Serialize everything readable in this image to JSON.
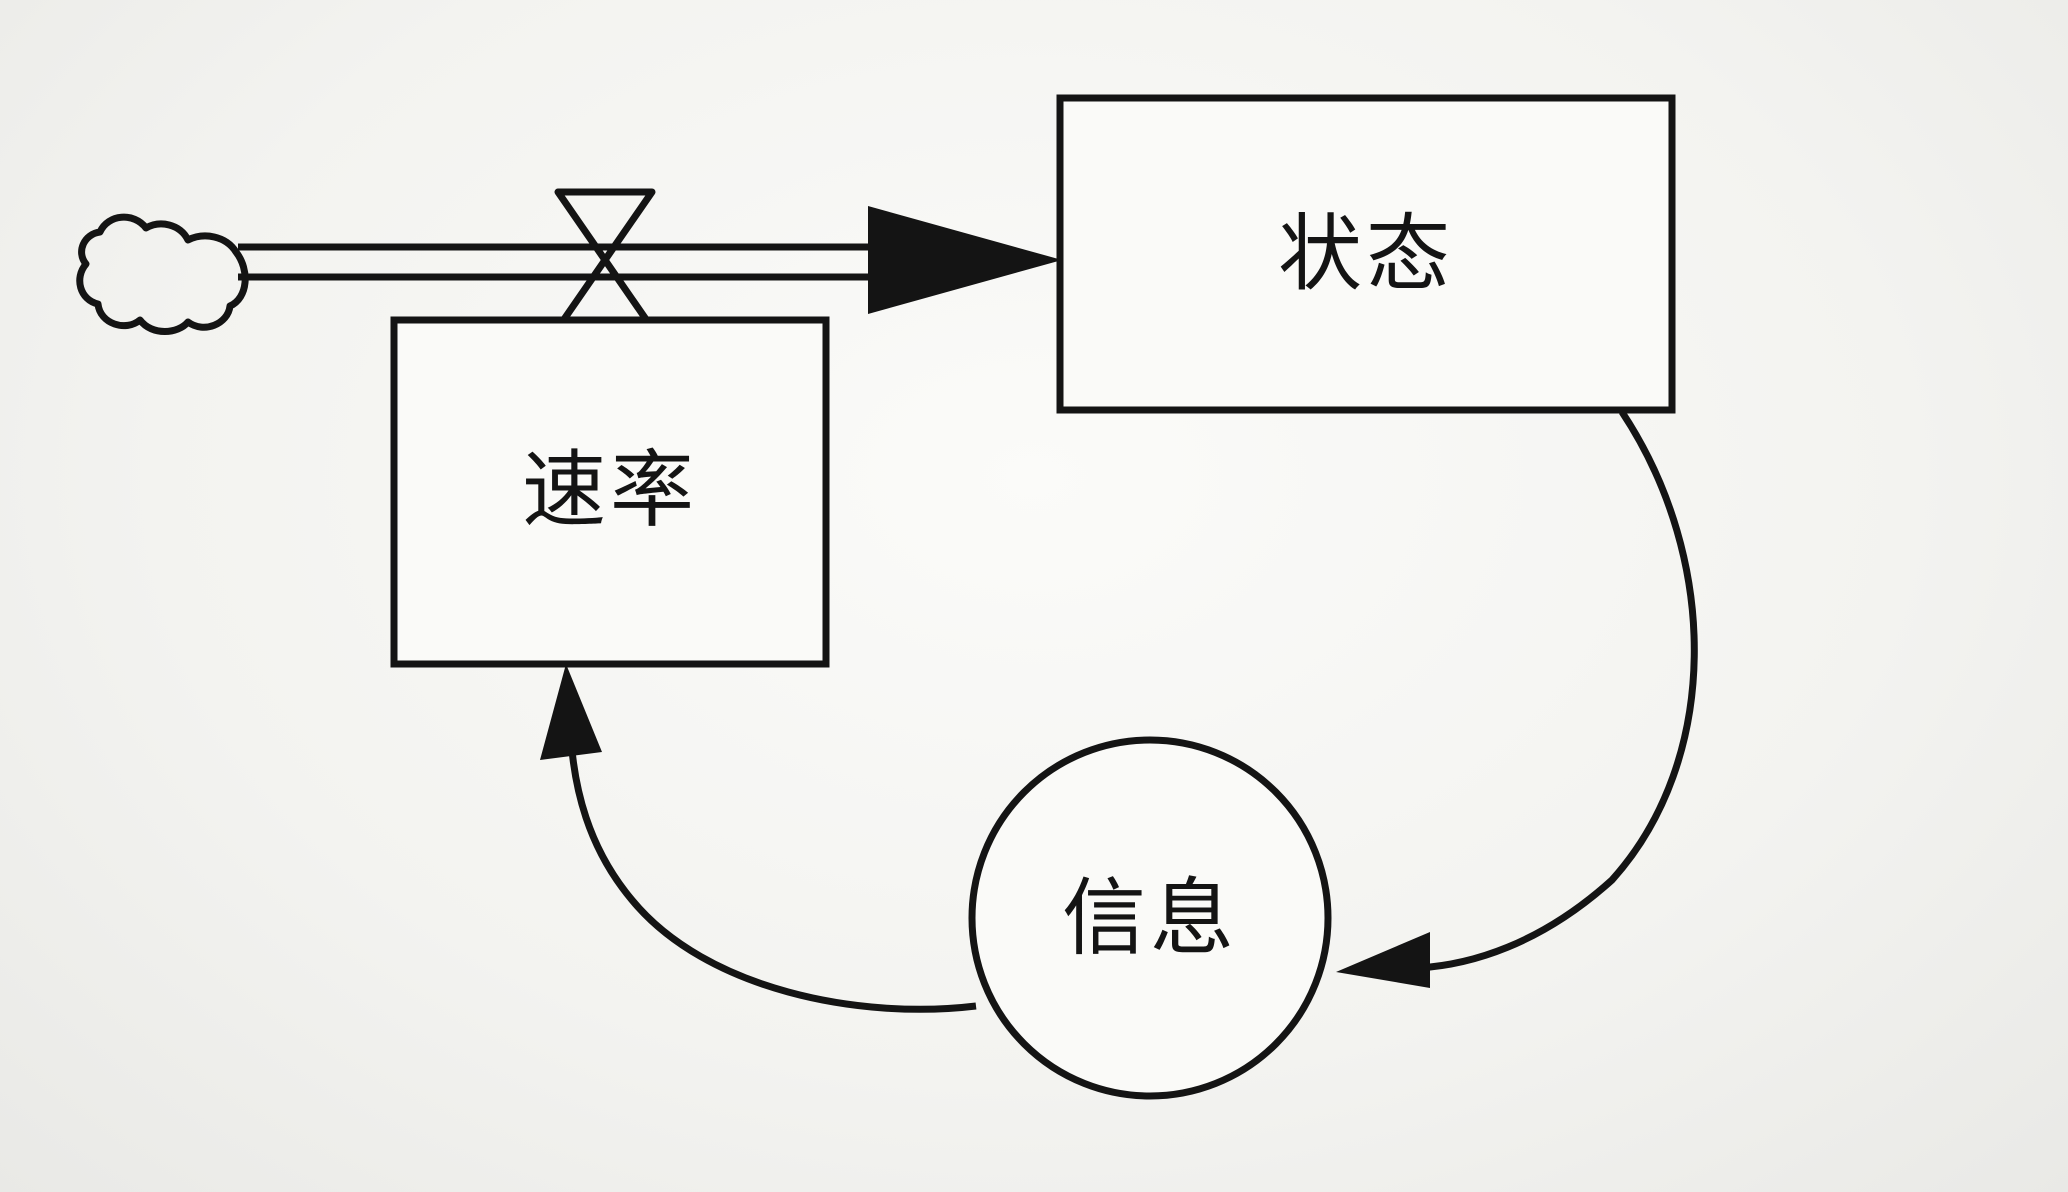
{
  "nodes": {
    "state": {
      "label": "状态"
    },
    "rate": {
      "label": "速率"
    },
    "info": {
      "label": "信息"
    }
  },
  "icons": {
    "source": "cloud-icon",
    "valve": "valve-icon"
  },
  "colors": {
    "ink": "#141414",
    "paper": "#f4f4f1"
  }
}
